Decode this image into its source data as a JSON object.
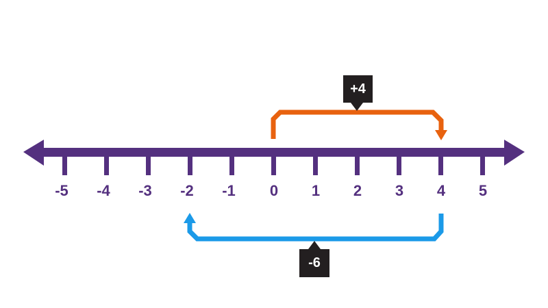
{
  "diagram": {
    "type": "number-line",
    "colors": {
      "line": "#54307f",
      "positive_jump": "#e8620f",
      "negative_jump": "#1b9ae8",
      "tag_bg": "#231f20",
      "tag_text": "#ffffff"
    },
    "ticks": [
      {
        "value": -5,
        "label": "-5"
      },
      {
        "value": -4,
        "label": "-4"
      },
      {
        "value": -3,
        "label": "-3"
      },
      {
        "value": -2,
        "label": "-2"
      },
      {
        "value": -1,
        "label": "-1"
      },
      {
        "value": 0,
        "label": "0"
      },
      {
        "value": 1,
        "label": "1"
      },
      {
        "value": 2,
        "label": "2"
      },
      {
        "value": 3,
        "label": "3"
      },
      {
        "value": 4,
        "label": "4"
      },
      {
        "value": 5,
        "label": "5"
      }
    ],
    "jumps": [
      {
        "from": 0,
        "to": 4,
        "label": "+4",
        "position": "above"
      },
      {
        "from": 4,
        "to": -2,
        "label": "-6",
        "position": "below"
      }
    ]
  }
}
